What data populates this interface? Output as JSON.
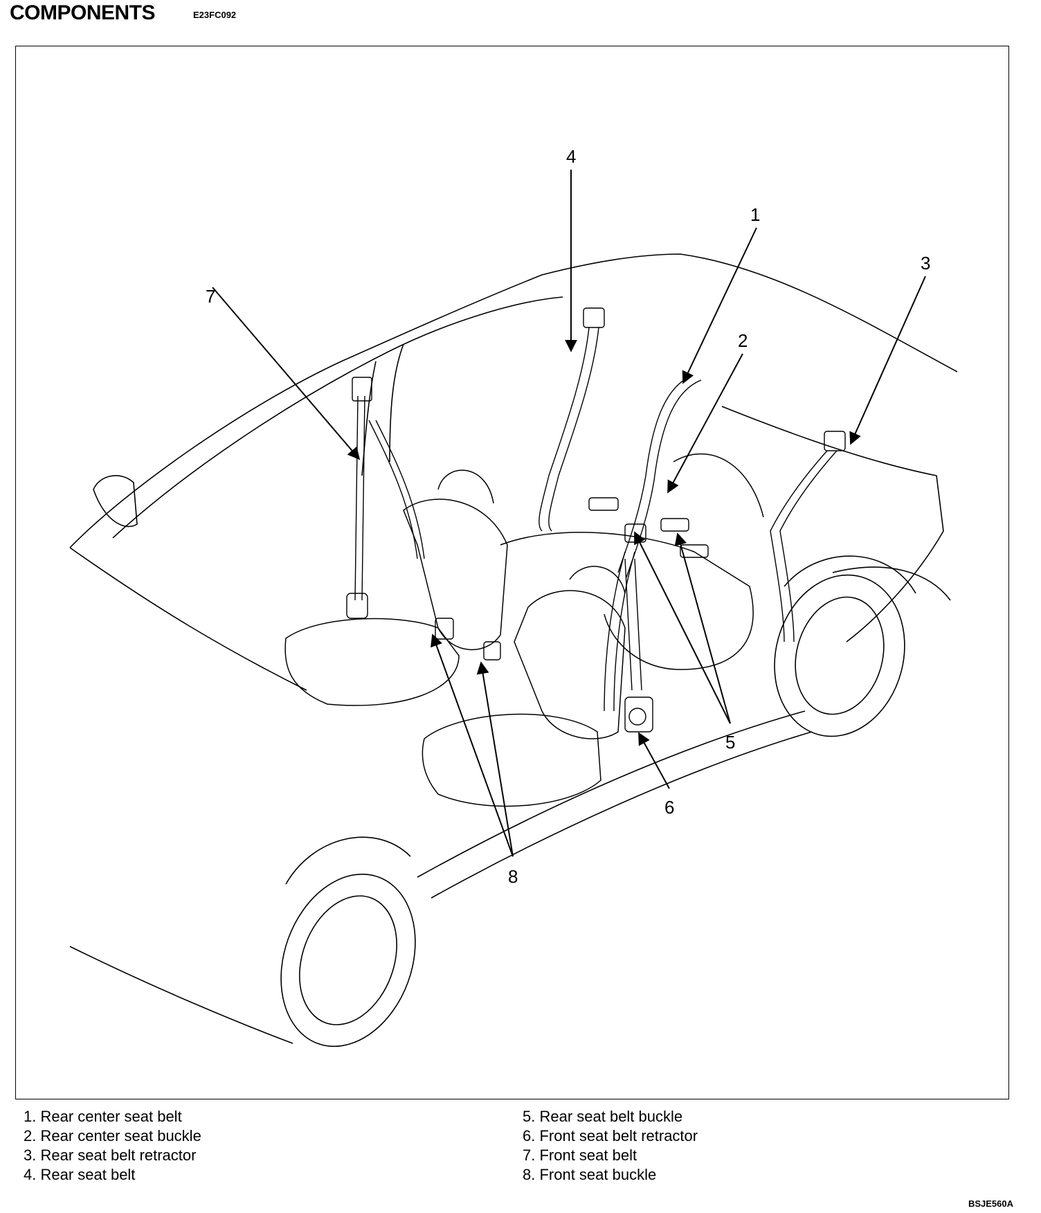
{
  "header": {
    "title": "COMPONENTS",
    "code": "E23FC092"
  },
  "diagram": {
    "callouts": [
      "1",
      "2",
      "3",
      "4",
      "5",
      "6",
      "7",
      "8"
    ]
  },
  "legend": {
    "left": [
      "1. Rear center seat belt",
      "2. Rear center seat buckle",
      "3. Rear seat belt retractor",
      "4. Rear seat belt"
    ],
    "right": [
      "5. Rear seat belt buckle",
      "6. Front seat belt retractor",
      "7. Front seat belt",
      "8. Front seat buckle"
    ]
  },
  "figure_ref": "BSJE560A"
}
